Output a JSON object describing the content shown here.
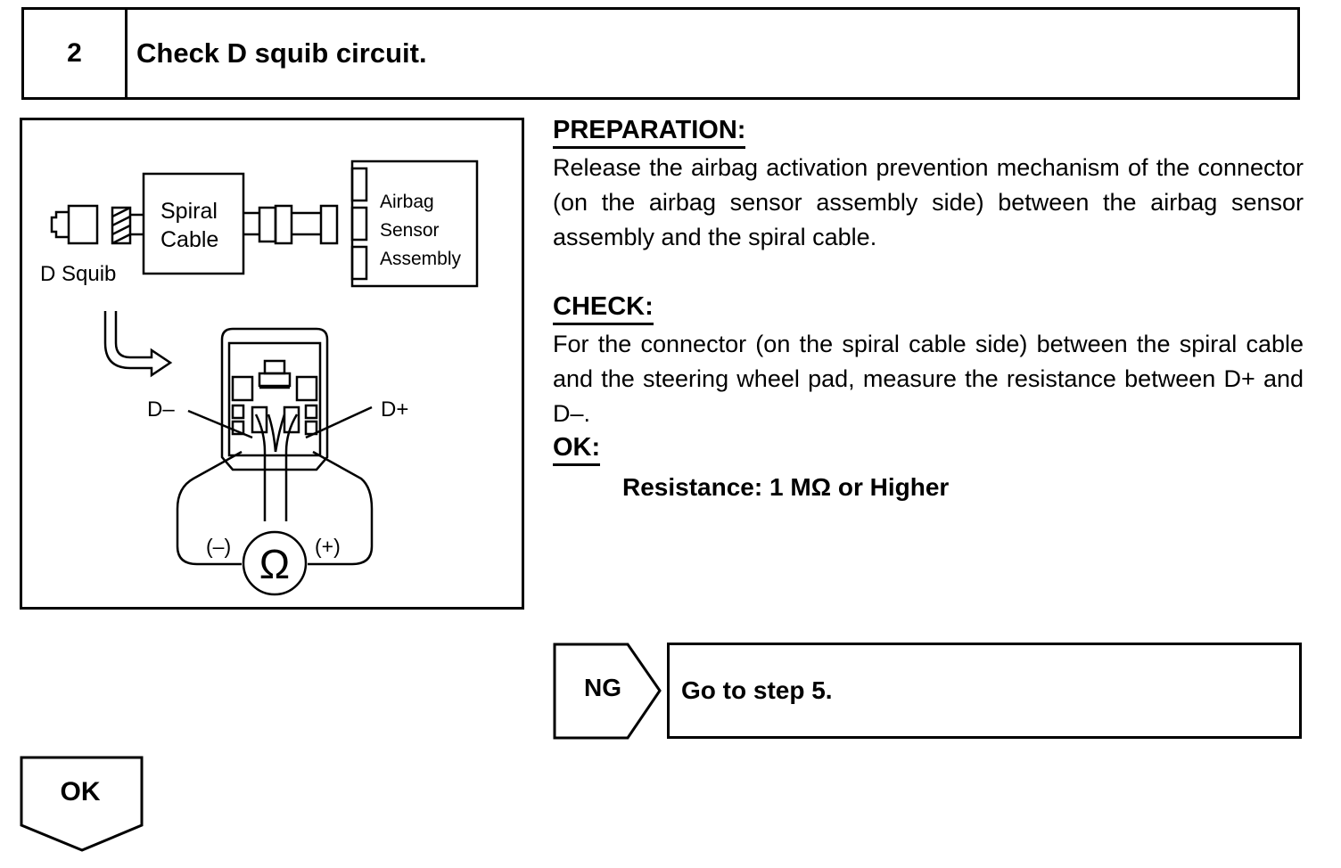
{
  "header": {
    "step_number": "2",
    "title": "Check D squib circuit."
  },
  "figure": {
    "d_squib_label": "D Squib",
    "spiral_cable_line1": "Spiral",
    "spiral_cable_line2": "Cable",
    "airbag_sensor_line1": "Airbag",
    "airbag_sensor_line2": "Sensor",
    "airbag_sensor_line3": "Assembly",
    "d_minus_label": "D–",
    "d_plus_label": "D+",
    "meter_minus_label": "(–)",
    "meter_plus_label": "(+)",
    "ohm_symbol": "Ω"
  },
  "preparation": {
    "heading": "PREPARATION:",
    "text": "Release the airbag activation prevention mechanism of the connector (on the airbag sensor assembly side) between the airbag sensor assembly and the spiral cable."
  },
  "check": {
    "heading": "CHECK:",
    "text": "For the connector (on the spiral cable side) between the spiral cable and the steering wheel pad, measure the resistance between D+ and D–.",
    "ok_heading": "OK:",
    "spec": "Resistance: 1 MΩ  or Higher"
  },
  "ng": {
    "label": "NG",
    "result": "Go to step 5."
  },
  "ok": {
    "label": "OK"
  }
}
